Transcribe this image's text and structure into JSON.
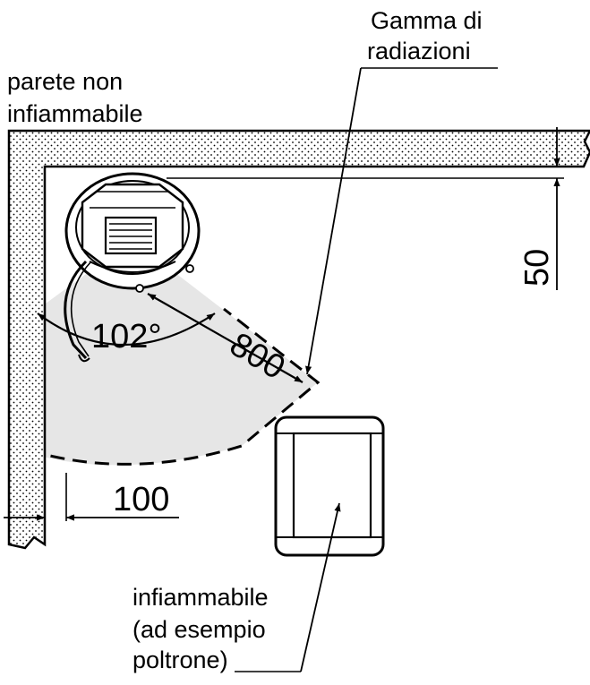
{
  "labels": {
    "radiation_line1": "Gamma di",
    "radiation_line2": "radiazioni",
    "wall_line1": "parete non",
    "wall_line2": "infiammabile",
    "flammable_line1": "infiammabile",
    "flammable_line2": "(ad esempio",
    "flammable_line3": "poltrone)"
  },
  "dimensions": {
    "angle": "102°",
    "radius": "800",
    "side_clearance": "100",
    "back_clearance": "50"
  },
  "colors": {
    "wall_fill": "#ffffff",
    "wall_dots": "#000000",
    "radiation_zone": "#e6e6e6",
    "line": "#000000"
  }
}
